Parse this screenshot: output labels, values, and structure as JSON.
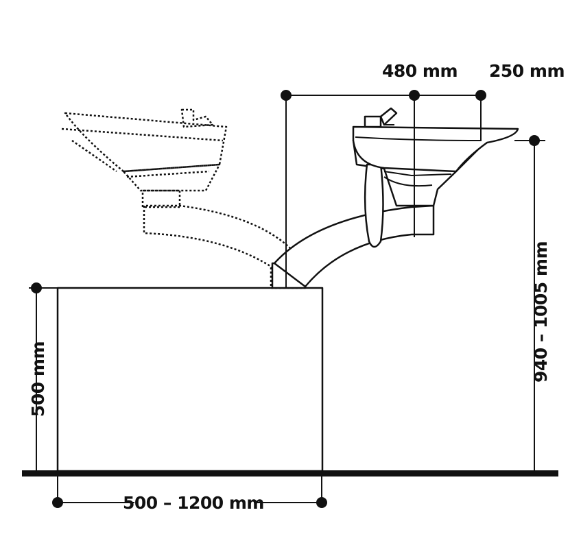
{
  "dimensions": {
    "basin_reach": "480 mm",
    "basin_overhang": "250 mm",
    "basin_height": "940 – 1005 mm",
    "cabinet_height": "500 mm",
    "cabinet_width": "500 – 1200 mm"
  },
  "colors": {
    "ink": "#111111",
    "background": "#ffffff"
  }
}
